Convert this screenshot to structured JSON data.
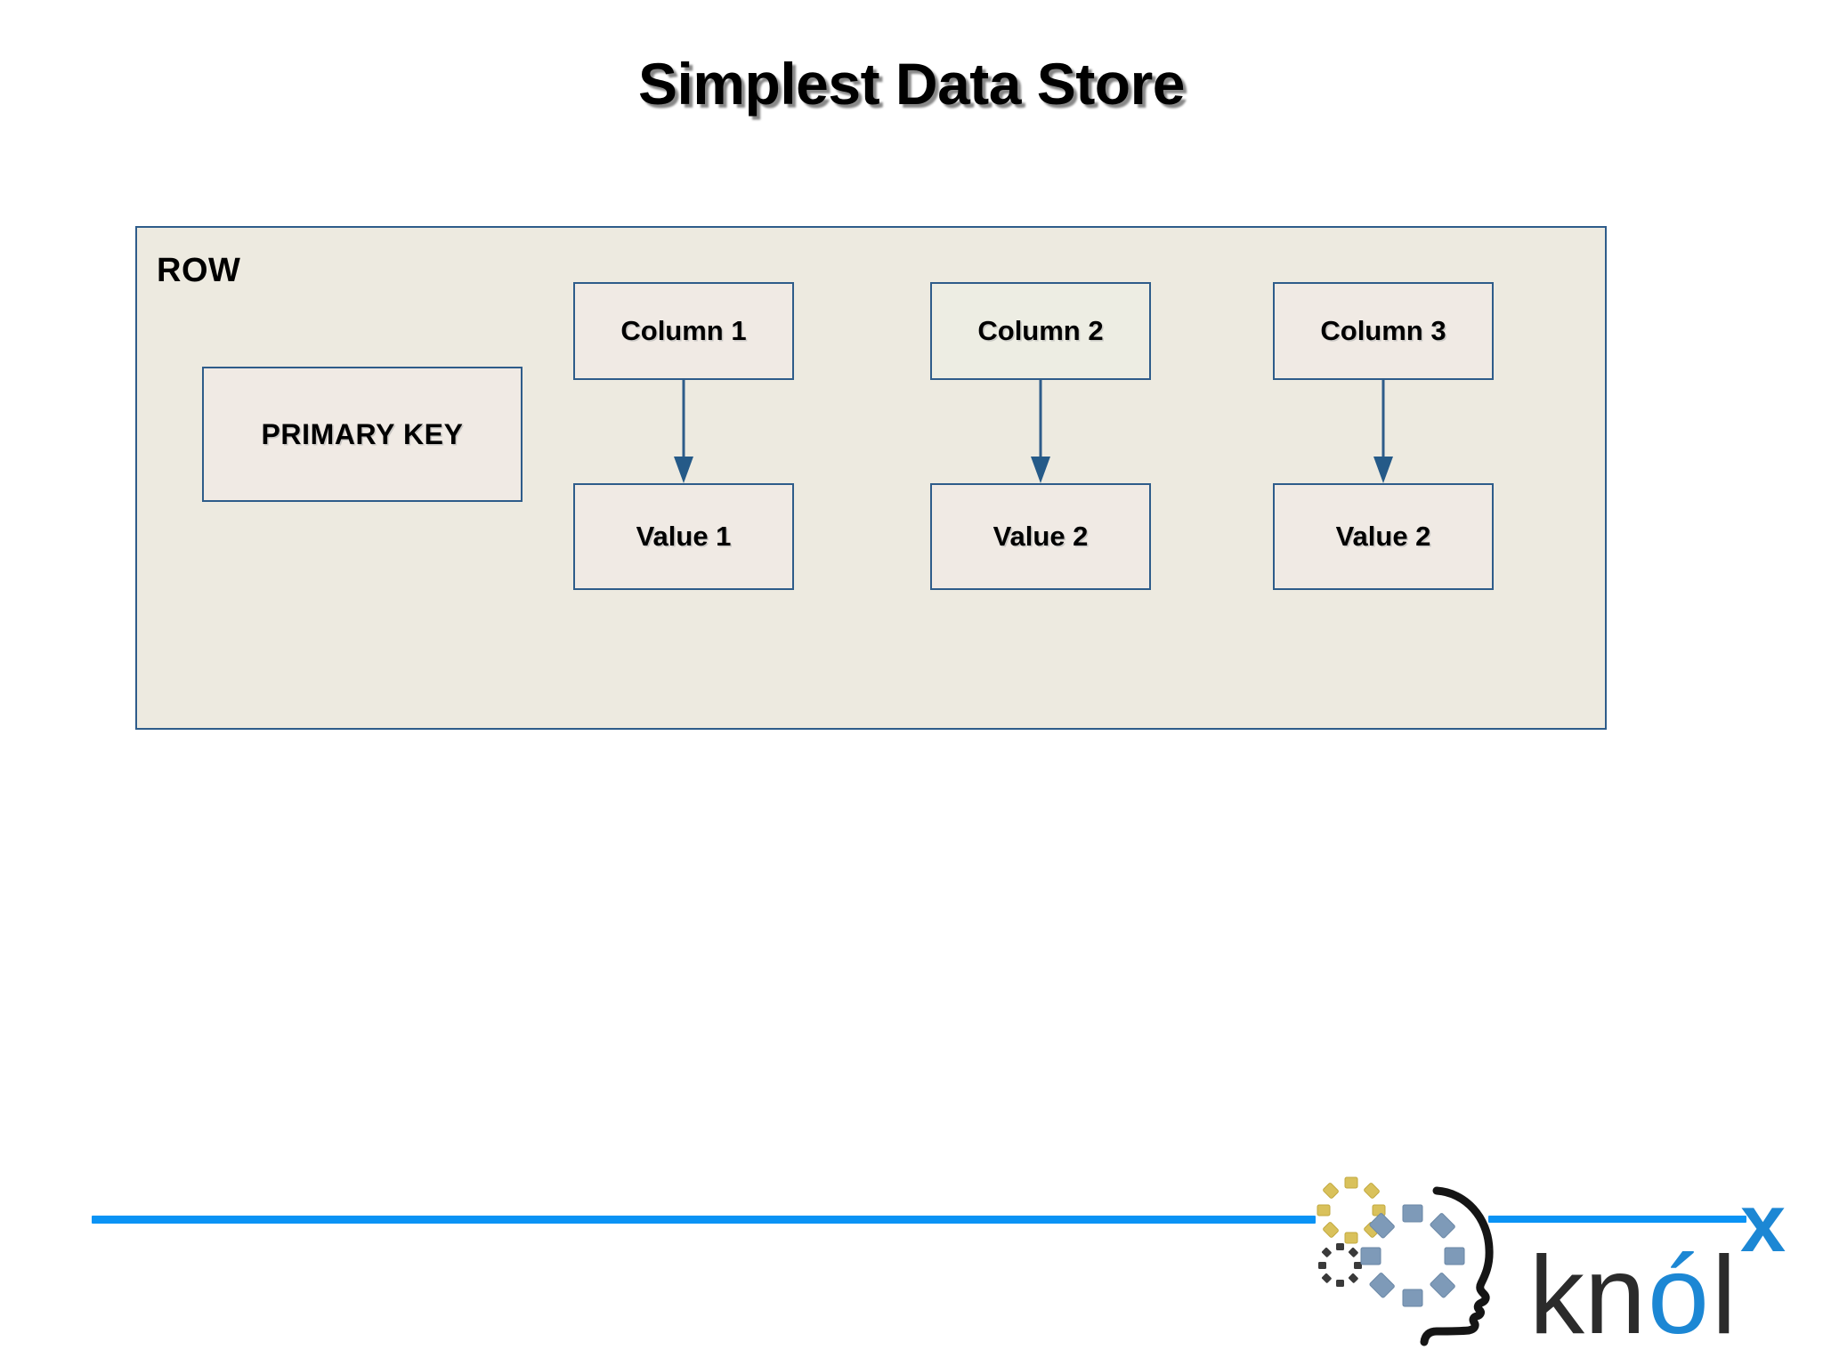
{
  "slide": {
    "title": "Simplest Data Store"
  },
  "diagram": {
    "row_label": "ROW",
    "primary_key": "PRIMARY KEY",
    "groups": [
      {
        "column": "Column 1",
        "value": "Value 1",
        "arrow_icon": "down-arrow-icon"
      },
      {
        "column": "Column 2",
        "value": "Value 2",
        "arrow_icon": "down-arrow-icon"
      },
      {
        "column": "Column 3",
        "value": "Value 2",
        "arrow_icon": "down-arrow-icon"
      }
    ]
  },
  "footer": {
    "logo_text_dark_1": "kn",
    "logo_text_blue": "ó",
    "logo_text_dark_2": "l",
    "logo_superscript": "x",
    "logo_name": "knolx-logo"
  },
  "colors": {
    "accent_blue": "#0A93F5",
    "logo_blue": "#1C87D4",
    "border_blue": "#2E5C8A",
    "container_fill": "#EDEAE0",
    "box_fill": "#F0EAE4",
    "text_dark": "#2B2B2B",
    "gear_yellow": "#D9C15B",
    "gear_slate": "#7E9AB8",
    "gear_dark": "#3A3A3A"
  }
}
